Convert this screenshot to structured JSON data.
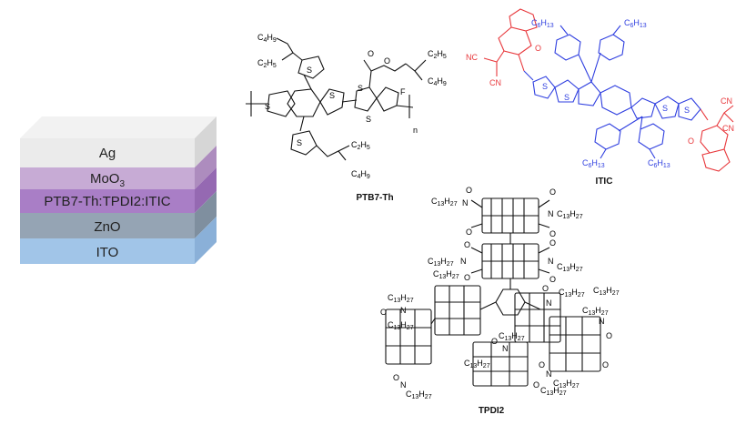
{
  "device_stack": {
    "layers": [
      {
        "label": "Ag",
        "top": "#f2f2f2",
        "front": "#ebebeb",
        "side": "#d9d9d9"
      },
      {
        "label": "MoO",
        "sub": "3",
        "top": "#cbb3d6",
        "front": "#c4a6d3",
        "side": "#ad8cbe"
      },
      {
        "label": "PTB7-Th:TPDI2:ITIC",
        "top": "#b68ad0",
        "front": "#a97ec6",
        "side": "#9569b2"
      },
      {
        "label": "ZnO",
        "top": "#9aa9ba",
        "front": "#95a4b4",
        "side": "#7f8f9f"
      },
      {
        "label": "ITO",
        "top": "#9fc5ea",
        "front": "#a1c5e8",
        "side": "#8ab0d8"
      }
    ]
  },
  "molecules": {
    "ptb7th": {
      "name": "PTB7-Th",
      "labels": {
        "c4h9_top": "C4H9",
        "c2h5_top": "C2H5",
        "c2h5_right": "C2H5",
        "c4h9_right": "C4H9",
        "c2h5_bottom": "C2H5",
        "c4h9_bottom": "C4H9",
        "s": "S",
        "o": "O",
        "f": "F",
        "n": "n"
      }
    },
    "itic": {
      "name": "ITIC",
      "labels": {
        "nc": "NC",
        "cn": "CN",
        "o": "O",
        "s": "S",
        "c6h13": "C6H13"
      }
    },
    "tpdi2": {
      "name": "TPDI2",
      "labels": {
        "c13h27": "C13H27",
        "n": "N",
        "o": "O"
      }
    }
  },
  "colors": {
    "itic_acceptor": "#e8383c",
    "itic_core": "#2f3fe0",
    "text": "#111111"
  }
}
